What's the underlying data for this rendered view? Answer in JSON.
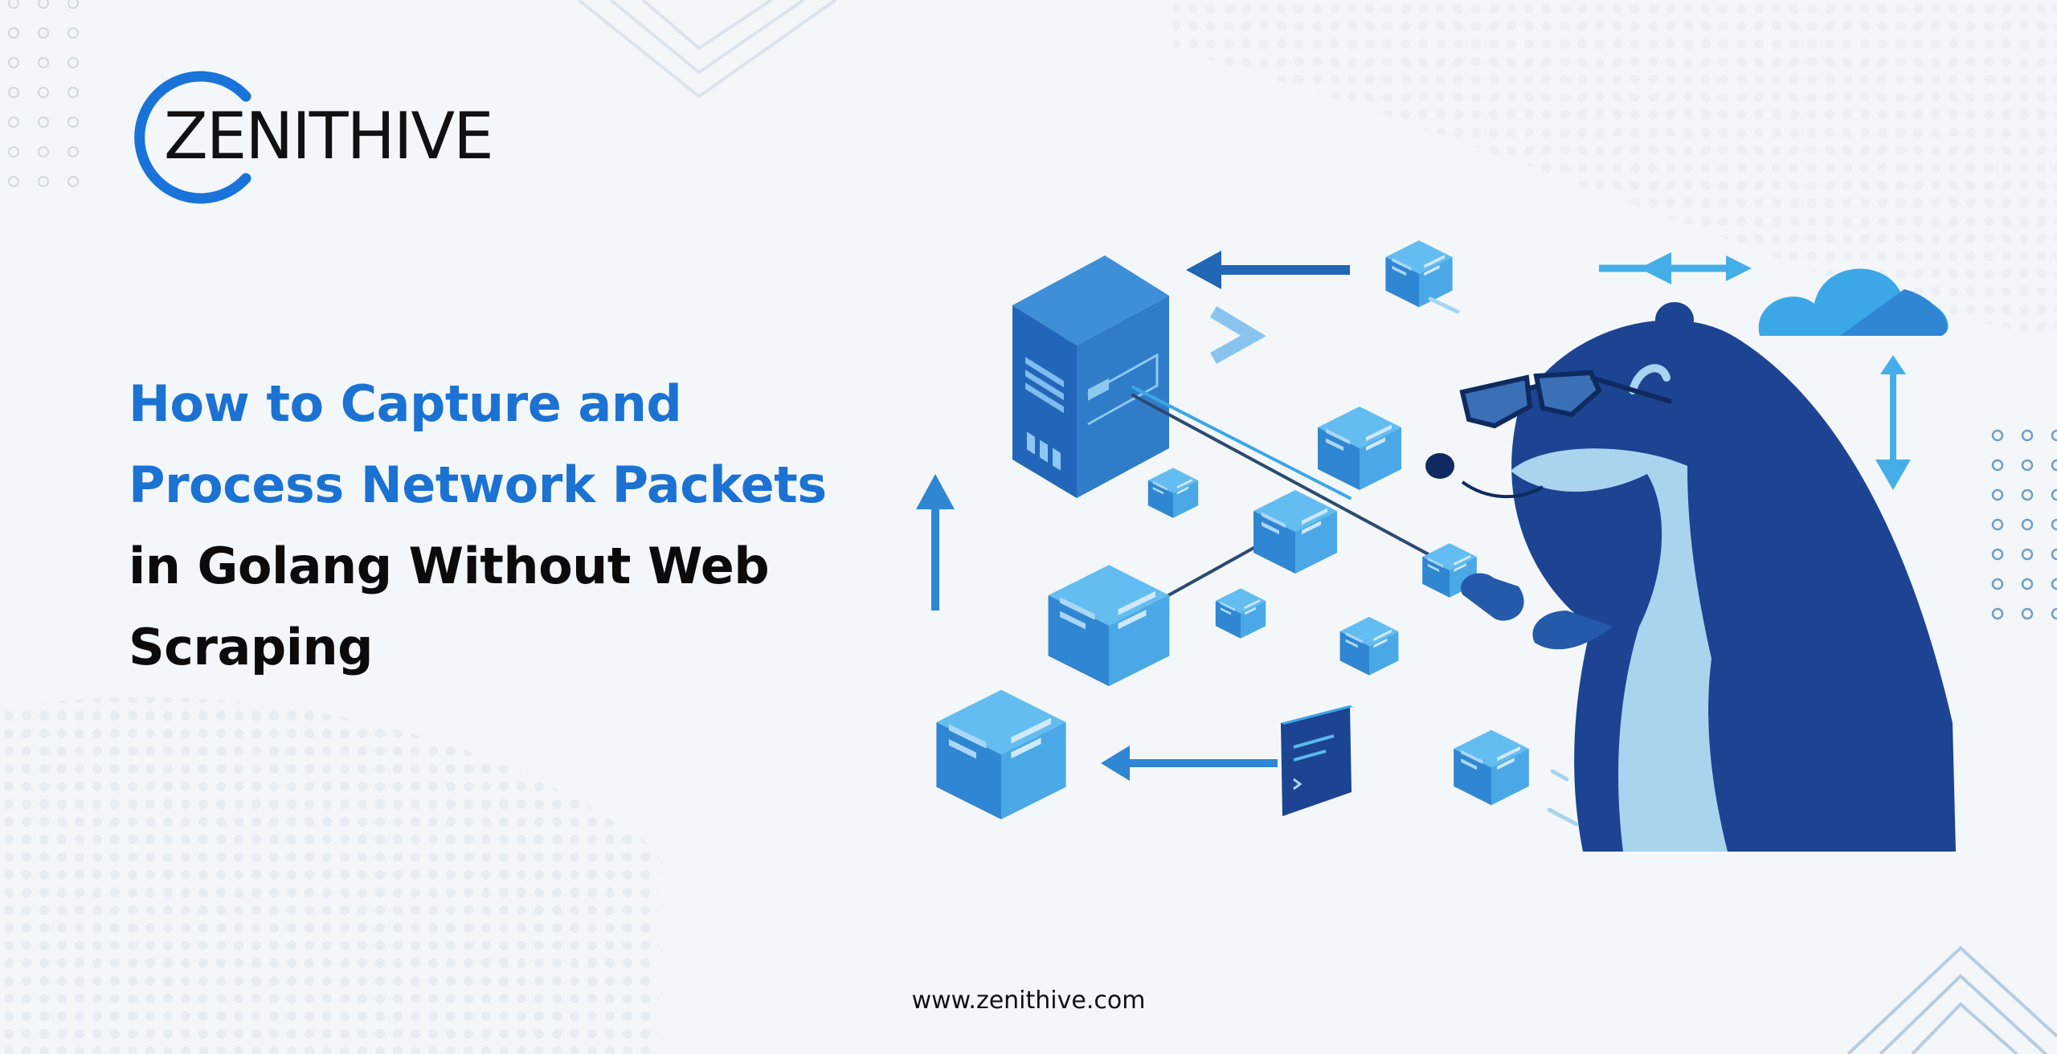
{
  "brand": {
    "name": "ZENITHIVE",
    "accent_color": "#1b72d3",
    "logo_ring_color": "#1a73d9",
    "website": "www.zenithive.com"
  },
  "headline": {
    "lines": [
      {
        "text": "How to Capture and",
        "color": "#1b72d3"
      },
      {
        "text": "Process Network Packets",
        "color": "#1b72d3"
      },
      {
        "text": "in Golang Without Web",
        "color": "#0b0b0b"
      },
      {
        "text": "Scraping",
        "color": "#0b0b0b"
      }
    ]
  },
  "illustration": {
    "subject": "gopher-with-glasses-inspecting-network-packets",
    "icons": [
      "server-icon",
      "cloud-icon",
      "packet-cube-icon",
      "terminal-icon",
      "arrow-icon"
    ],
    "colors": {
      "dark_blue": "#1c4493",
      "mid_blue": "#2f7cc9",
      "light_blue": "#45aee8",
      "pale_blue": "#a9d4ee"
    }
  }
}
